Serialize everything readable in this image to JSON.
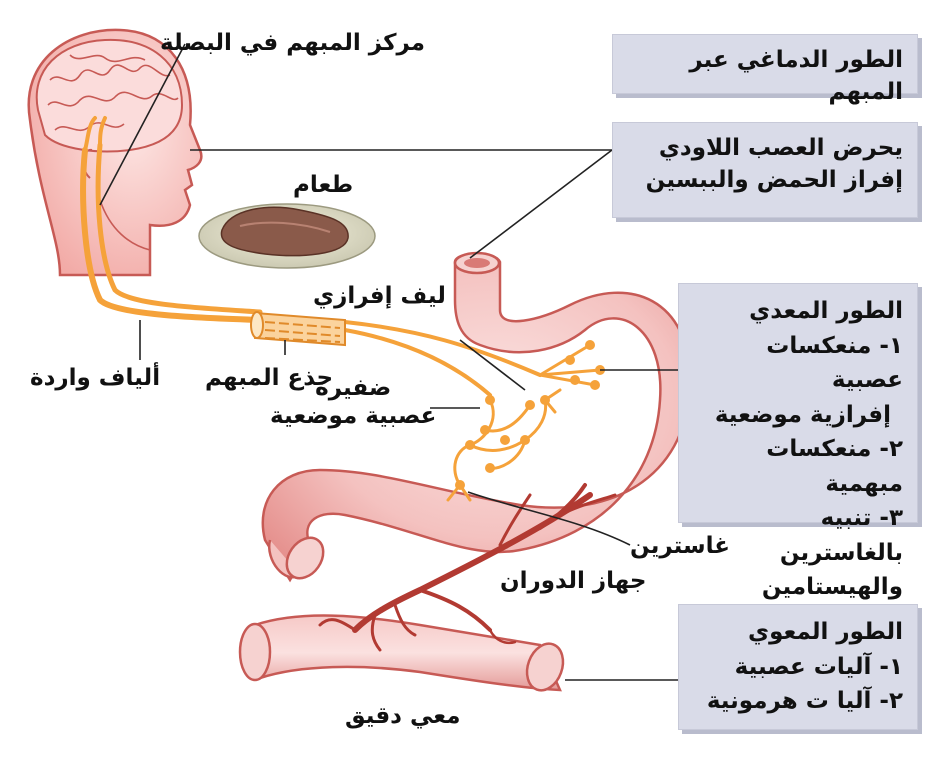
{
  "labels": {
    "medulla_center": "مركز المبهم في البصلة",
    "food": "طعام",
    "secretory_fiber": "ليف إفرازي",
    "afferent_fibers": "ألياف واردة",
    "vagus_trunk": "جذع المبهم",
    "local_plexus_line1": "ضفيرة",
    "local_plexus_line2": "عصبية موضعية",
    "gastrin": "غاسترين",
    "circulation": "جهاز الدوران",
    "small_intestine": "معي دقيق"
  },
  "boxes": {
    "cephalic": {
      "title": "الطور الدماغي عبر المبهم"
    },
    "vagus_effect": {
      "line1": "يحرض العصب اللاودي",
      "line2": "إفراز الحمض والببسين"
    },
    "gastric": {
      "title": "الطور المعدي",
      "item1a": "١- منعكسات عصبية",
      "item1b": "إفرازية موضعية",
      "item2": "٢- منعكسات مبهمية",
      "item3a": "٣- تنبيه بالغاسترين",
      "item3b": "والهيستامين"
    },
    "intestinal": {
      "title": "الطور المعوي",
      "item1": "١- آليات عصبية",
      "item2": "٢- آليا ت هرمونية"
    }
  },
  "colors": {
    "nerve": "#f5a23a",
    "tissue": "#f2b8b6",
    "tissue_edge": "#d8534f",
    "box_bg": "#d9dbe8"
  }
}
